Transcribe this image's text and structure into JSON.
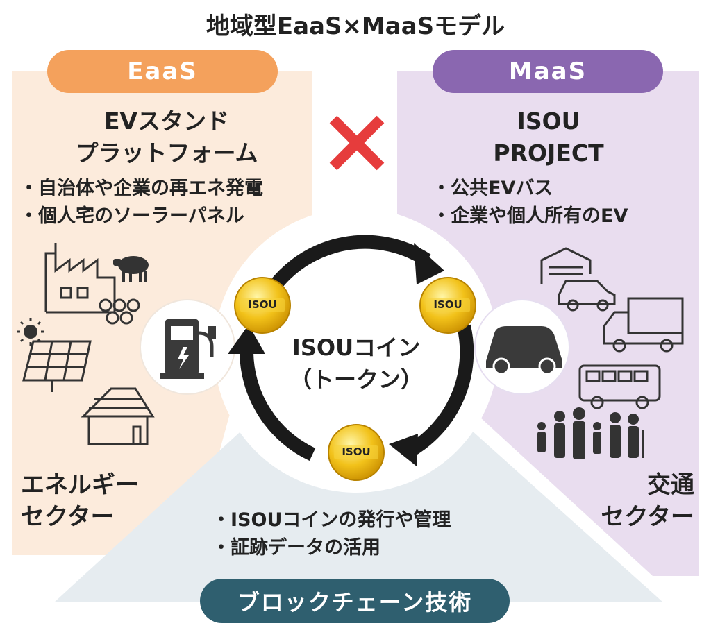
{
  "title": "地域型EaaS×MaaSモデル",
  "left_panel": {
    "pill": "EaaS",
    "heading_line1": "EVスタンド",
    "heading_line2": "プラットフォーム",
    "bullets": [
      "自治体や企業の再エネ発電",
      "個人宅のソーラーパネル"
    ],
    "sector_line1": "エネルギー",
    "sector_line2": "セクター"
  },
  "right_panel": {
    "pill": "MaaS",
    "heading_line1": "ISOU",
    "heading_line2": "PROJECT",
    "bullets": [
      "公共EVバス",
      "企業や個人所有のEV"
    ],
    "sector_line1": "交通",
    "sector_line2": "セクター"
  },
  "center": {
    "line1": "ISOUコイン",
    "line2": "（トークン）",
    "coin_label": "ISOU"
  },
  "bottom_panel": {
    "bullets": [
      "ISOUコインの発行や管理",
      "証跡データの活用"
    ],
    "pill": "ブロックチェーン技術"
  },
  "colors": {
    "eaas": "#f4a15c",
    "maas": "#8a67b0",
    "blockchain": "#2f5f6f",
    "cross": "#e63c3c"
  },
  "icons": [
    "factory-icon",
    "cow-icon",
    "logs-icon",
    "sun-icon",
    "solar-panel-icon",
    "house-solar-icon",
    "ev-charger-icon",
    "garage-icon",
    "truck-icon",
    "bus-icon",
    "family-icon",
    "car-icon",
    "cross-icon",
    "coin-icon",
    "cycle-arrow-icon"
  ]
}
